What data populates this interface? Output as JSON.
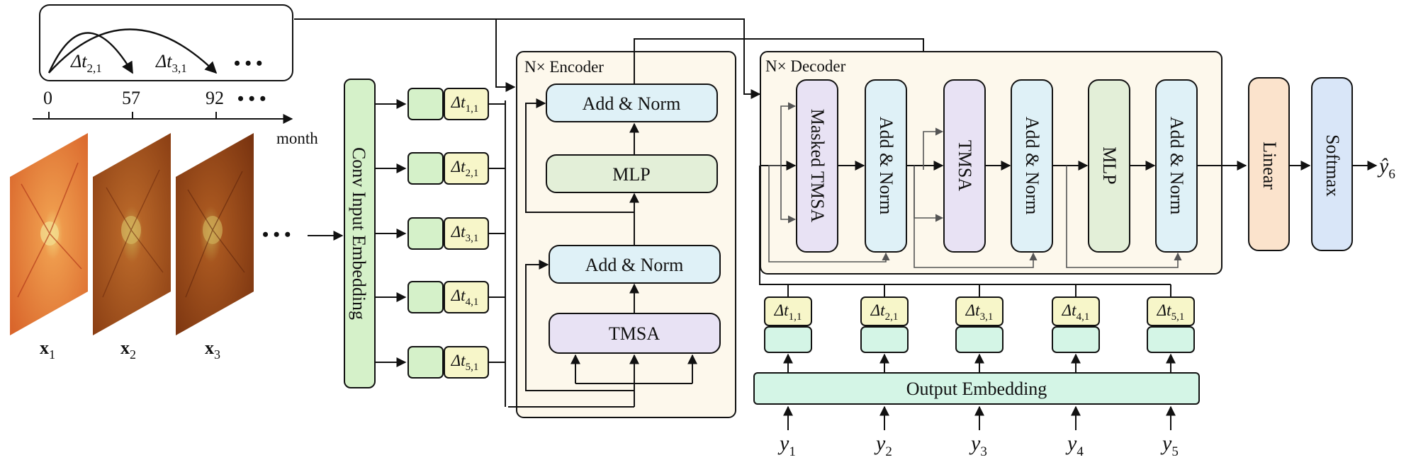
{
  "timeline": {
    "ticks": [
      "0",
      "57",
      "92"
    ],
    "dots": "• • •",
    "axis_label": "month",
    "arc_labels": [
      {
        "sym": "Δt",
        "sub": "2,1"
      },
      {
        "sym": "Δt",
        "sub": "3,1"
      }
    ]
  },
  "images": [
    {
      "sym": "x",
      "sub": "1"
    },
    {
      "sym": "x",
      "sub": "2"
    },
    {
      "sym": "x",
      "sub": "3"
    }
  ],
  "input_embedding": {
    "label": "Conv Input Embedding"
  },
  "input_deltas": [
    {
      "sym": "Δt",
      "sub": "1,1"
    },
    {
      "sym": "Δt",
      "sub": "2,1"
    },
    {
      "sym": "Δt",
      "sub": "3,1"
    },
    {
      "sym": "Δt",
      "sub": "4,1"
    },
    {
      "sym": "Δt",
      "sub": "5,1"
    }
  ],
  "encoder": {
    "title": "N× Encoder",
    "blocks": [
      "Add & Norm",
      "MLP",
      "Add & Norm",
      "TMSA"
    ]
  },
  "decoder": {
    "title": "N× Decoder",
    "blocks": [
      "Masked TMSA",
      "Add & Norm",
      "TMSA",
      "Add & Norm",
      "MLP",
      "Add & Norm"
    ]
  },
  "head": {
    "linear": "Linear",
    "softmax": "Softmax",
    "output": {
      "sym": "ŷ",
      "sub": "6"
    }
  },
  "output_deltas": [
    {
      "sym": "Δt",
      "sub": "1,1"
    },
    {
      "sym": "Δt",
      "sub": "2,1"
    },
    {
      "sym": "Δt",
      "sub": "3,1"
    },
    {
      "sym": "Δt",
      "sub": "4,1"
    },
    {
      "sym": "Δt",
      "sub": "5,1"
    }
  ],
  "output_embedding": {
    "label": "Output Embedding"
  },
  "targets": [
    {
      "sym": "y",
      "sub": "1"
    },
    {
      "sym": "y",
      "sub": "2"
    },
    {
      "sym": "y",
      "sub": "3"
    },
    {
      "sym": "y",
      "sub": "4"
    },
    {
      "sym": "y",
      "sub": "5"
    }
  ],
  "colors": {
    "encoder_bg": "#fdf8ec",
    "add_norm": "#dff1f7",
    "mlp": "#e3efd8",
    "tmsa": "#e8e2f4",
    "embed_green": "#d5f1c9",
    "delta_yellow": "#f7f6c9",
    "output_embed": "#d4f5e6",
    "linear": "#fbe3cc",
    "softmax": "#d9e6f8",
    "retina_light": "#e9853f",
    "retina_dark": "#8a3a12"
  }
}
